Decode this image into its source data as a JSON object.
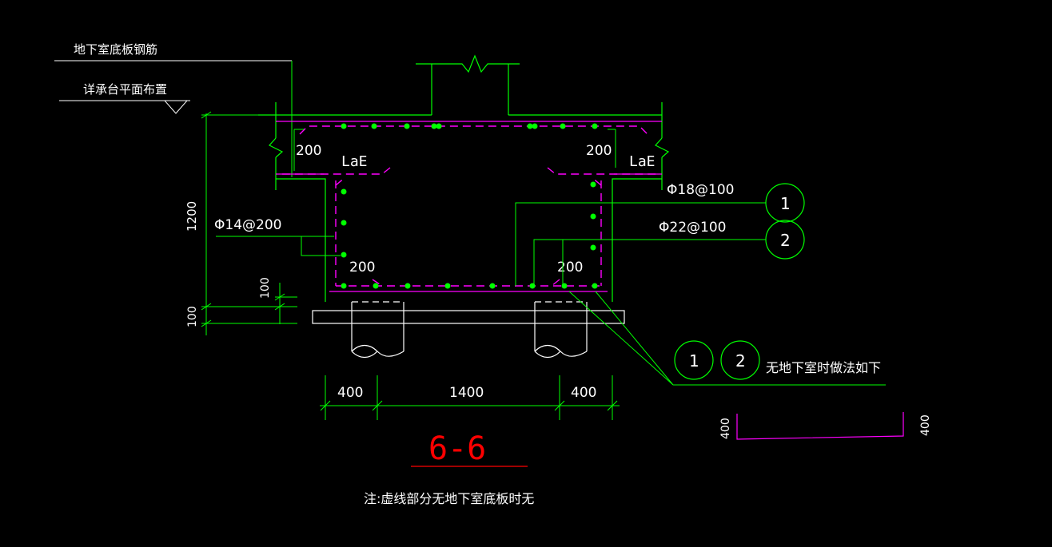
{
  "labels": {
    "basement_slab_rebar": "地下室底板钢筋",
    "see_pile_cap_layout": "详承台平面布置",
    "lae_left": "LaE",
    "lae_right": "LaE",
    "dim_200_top_left": "200",
    "dim_200_top_right": "200",
    "dim_200_bottom_left": "200",
    "dim_200_bottom_right": "200",
    "rebar_phi18": "Φ18@100",
    "rebar_phi22": "Φ22@100",
    "rebar_phi14": "Φ14@200",
    "marker_1": "1",
    "marker_2": "2",
    "marker_1b": "1",
    "marker_2b": "2",
    "no_basement_method": "无地下室时做法如下",
    "dim_1200": "1200",
    "dim_100_a": "100",
    "dim_100_b": "100",
    "dim_400_left": "400",
    "dim_1400": "1400",
    "dim_400_right": "400",
    "detail_400_left": "400",
    "detail_400_right": "400",
    "section_title": "6-6",
    "note": "注:虚线部分无地下室底板时无"
  },
  "colors": {
    "outline": "#00ff00",
    "rebar": "#ff00ff",
    "dots": "#00ff00",
    "dimension": "#00ff00",
    "text": "#ffffff",
    "title": "#ff0000",
    "slab": "#ffffff"
  }
}
